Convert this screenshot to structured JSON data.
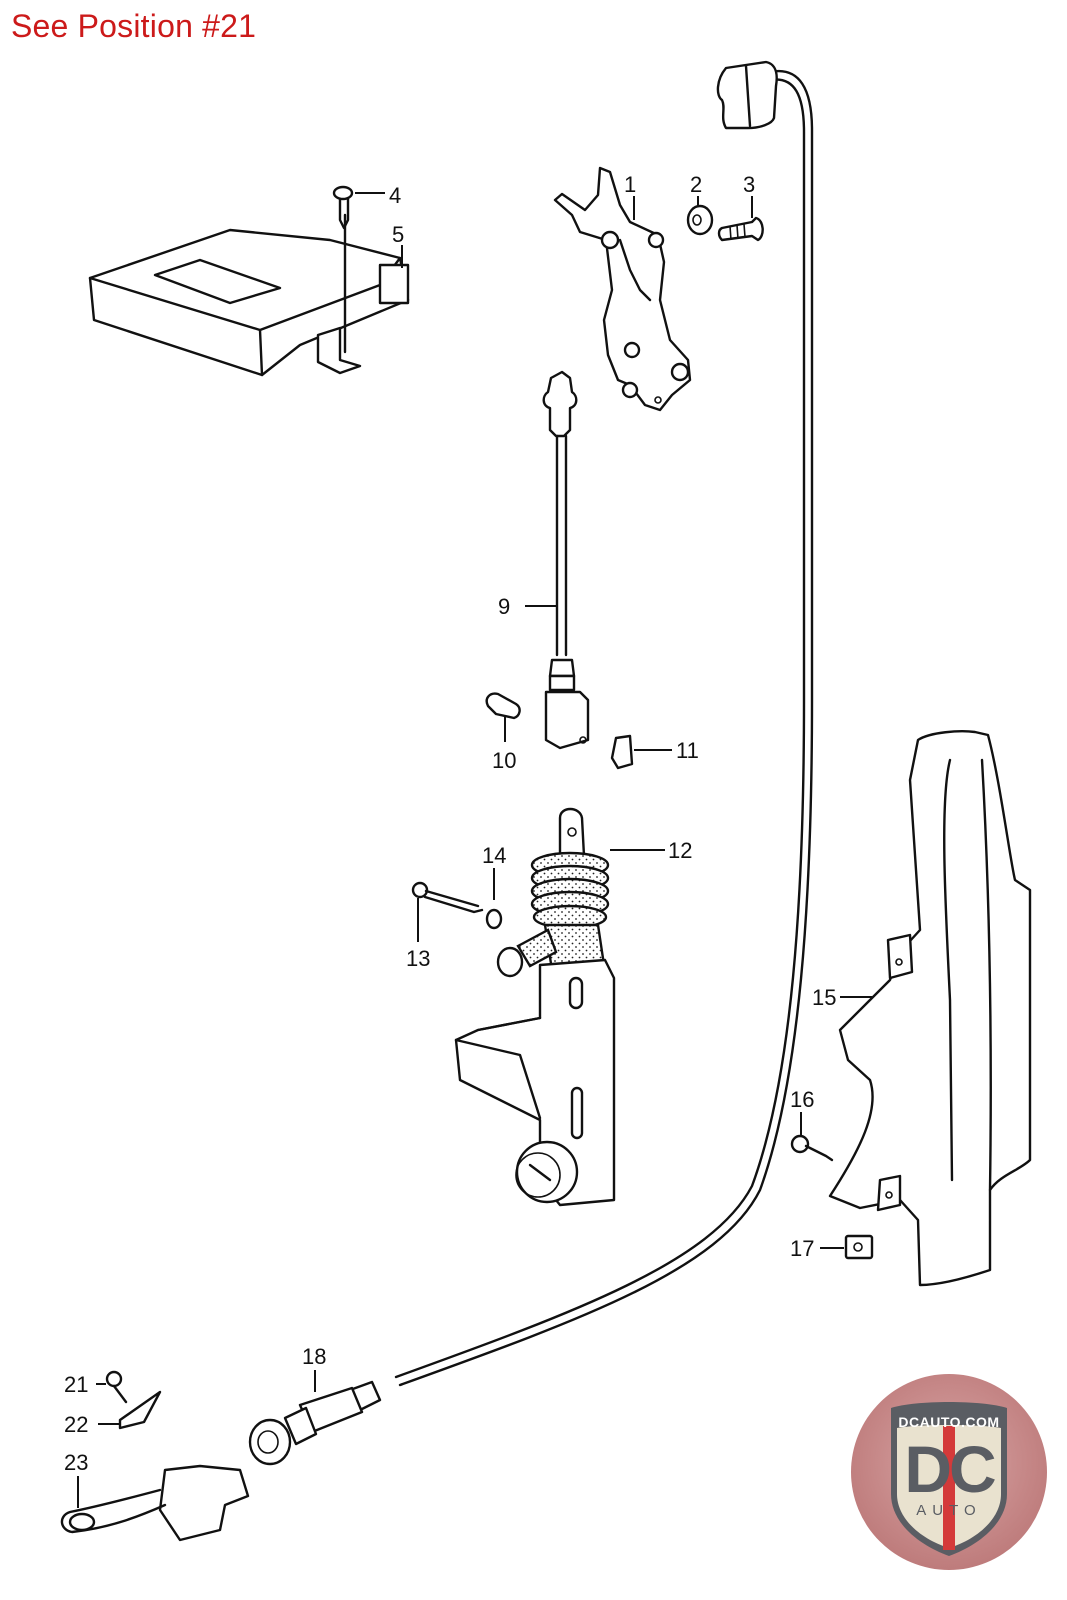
{
  "header": {
    "note": "See Position #21",
    "note_color": "#cc1a1a"
  },
  "diagram": {
    "description": "Exploded parts diagram - door lock actuator, latch, control unit and release cable",
    "callouts": [
      {
        "id": "1",
        "label": "1",
        "part": "door-latch"
      },
      {
        "id": "2",
        "label": "2",
        "part": "washer"
      },
      {
        "id": "3",
        "label": "3",
        "part": "screw"
      },
      {
        "id": "4",
        "label": "4",
        "part": "tapping-screw"
      },
      {
        "id": "5",
        "label": "5",
        "part": "control-unit"
      },
      {
        "id": "9",
        "label": "9",
        "part": "connecting-rod"
      },
      {
        "id": "10",
        "label": "10",
        "part": "pin"
      },
      {
        "id": "11",
        "label": "11",
        "part": "clip"
      },
      {
        "id": "12",
        "label": "12",
        "part": "lock-actuator"
      },
      {
        "id": "13",
        "label": "13",
        "part": "tapping-screw"
      },
      {
        "id": "14",
        "label": "14",
        "part": "washer"
      },
      {
        "id": "15",
        "label": "15",
        "part": "cover-trim"
      },
      {
        "id": "16",
        "label": "16",
        "part": "tapping-screw"
      },
      {
        "id": "17",
        "label": "17",
        "part": "speed-nut"
      },
      {
        "id": "18",
        "label": "18",
        "part": "release-cable"
      },
      {
        "id": "21",
        "label": "21",
        "part": "screw"
      },
      {
        "id": "22",
        "label": "22",
        "part": "plate"
      },
      {
        "id": "23",
        "label": "23",
        "part": "holder-with-strap"
      }
    ]
  },
  "logo": {
    "url_text": "DCAUTO.COM",
    "mark": "DC",
    "sub": "AUTO",
    "colors": {
      "shield": "#e9e2cf",
      "stripe": "#d43a3a",
      "text": "#5a5d63",
      "ring": "#b46d6d"
    }
  }
}
